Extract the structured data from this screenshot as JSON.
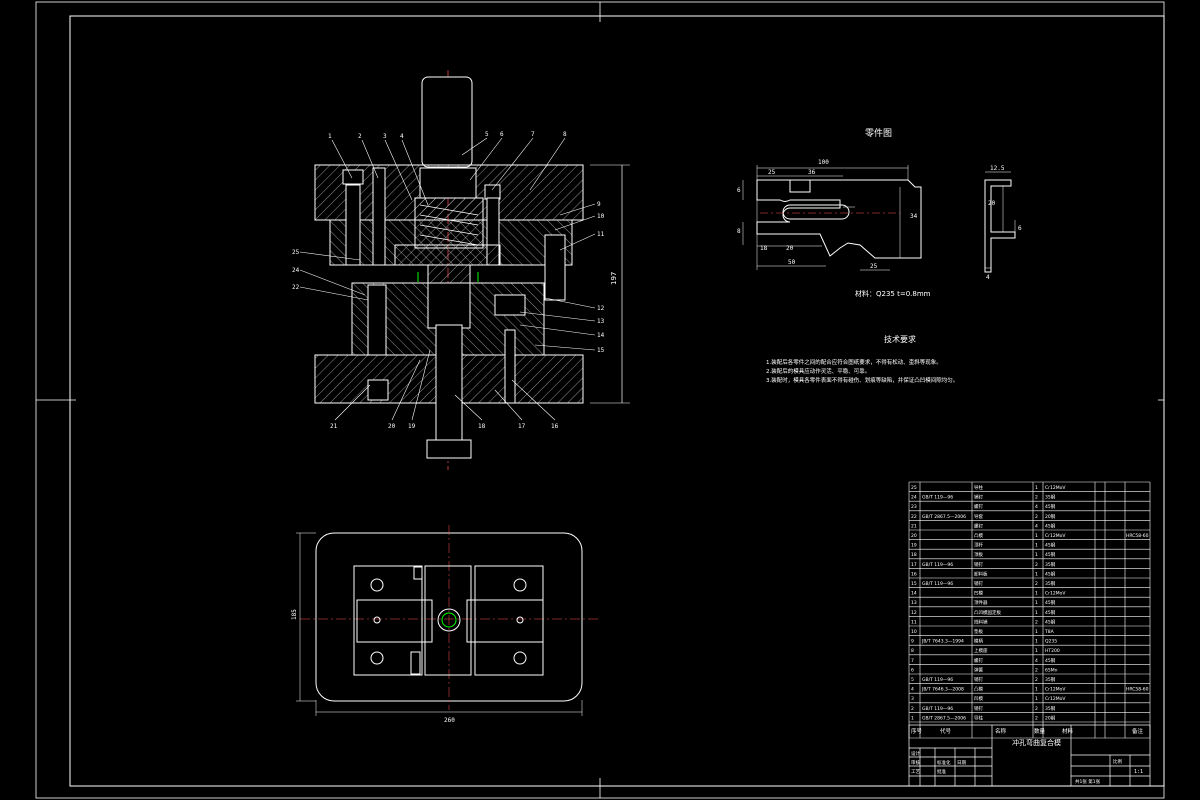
{
  "colors": {
    "background": "#000000",
    "line": "#ffffff",
    "green": "#00ff00",
    "red": "#ff3030",
    "cyan": "#00ffff"
  },
  "section_view": {
    "leader_numbers_top": [
      "1",
      "2",
      "3",
      "4",
      "5",
      "6",
      "7",
      "8"
    ],
    "leader_numbers_right": [
      "9",
      "10",
      "11",
      "12",
      "13",
      "14",
      "15"
    ],
    "leader_numbers_left": [
      "25",
      "24",
      "22"
    ],
    "leader_numbers_bottom": [
      "21",
      "20",
      "19",
      "18",
      "17",
      "16"
    ],
    "dim_height": "197"
  },
  "part_drawing": {
    "title": "零件图",
    "dim_total": "100",
    "dim_a": "25",
    "dim_b": "36",
    "dim_c": "34",
    "dim_d": "18",
    "dim_e": "20",
    "dim_f": "50",
    "dim_g": "25",
    "dim_h": "6",
    "dim_i": "8",
    "material_note": "材料：Q235  t=0.8mm"
  },
  "side_view": {
    "dim_top": "12.5",
    "dim_mid": "20",
    "dim_right": "6",
    "dim_bottom": "4"
  },
  "tech_requirements": {
    "title": "技术要求",
    "lines": [
      "1.装配后各零件之间的配合应符合图纸要求，不得有松动、歪斜等现象。",
      "2.装配后的模具应动作灵活、平稳、可靠。",
      "3.装配时，模具各零件表面不得有碰伤、划痕等缺陷，并保证凸凹模间隙均匀。"
    ]
  },
  "plan_view": {
    "dim_width": "260",
    "dim_height": "185"
  },
  "bom": {
    "rows": [
      [
        "25",
        "",
        "导柱",
        "1",
        "Cr12MoV",
        ""
      ],
      [
        "24",
        "GB/T 119—96",
        "销钉",
        "2",
        "35钢",
        ""
      ],
      [
        "23",
        "",
        "螺钉",
        "4",
        "45钢",
        ""
      ],
      [
        "22",
        "GB/T 2867.5—2006",
        "导套",
        "2",
        "20钢",
        ""
      ],
      [
        "21",
        "",
        "螺钉",
        "4",
        "45钢",
        ""
      ],
      [
        "20",
        "",
        "凸模",
        "1",
        "Cr12MoV",
        "HRC58-60"
      ],
      [
        "19",
        "",
        "顶杆",
        "1",
        "45钢",
        ""
      ],
      [
        "18",
        "",
        "顶板",
        "1",
        "45钢",
        ""
      ],
      [
        "17",
        "GB/T 119—96",
        "销钉",
        "2",
        "35钢",
        ""
      ],
      [
        "16",
        "",
        "卸料板",
        "1",
        "45钢",
        ""
      ],
      [
        "15",
        "GB/T 119—96",
        "销钉",
        "2",
        "35钢",
        ""
      ],
      [
        "14",
        "",
        "凹模",
        "1",
        "Cr12MoV",
        ""
      ],
      [
        "13",
        "",
        "顶件器",
        "1",
        "45钢",
        ""
      ],
      [
        "12",
        "",
        "凸凹模固定板",
        "1",
        "45钢",
        ""
      ],
      [
        "11",
        "",
        "挡料销",
        "2",
        "45钢",
        ""
      ],
      [
        "10",
        "",
        "垫板",
        "1",
        "T8A",
        ""
      ],
      [
        "9",
        "JB/T 7643.3—1994",
        "模柄",
        "1",
        "Q235",
        ""
      ],
      [
        "8",
        "",
        "上模座",
        "1",
        "HT200",
        ""
      ],
      [
        "7",
        "",
        "螺钉",
        "4",
        "45钢",
        ""
      ],
      [
        "6",
        "",
        "弹簧",
        "2",
        "65Mn",
        ""
      ],
      [
        "5",
        "GB/T 119—96",
        "销钉",
        "2",
        "35钢",
        ""
      ],
      [
        "4",
        "JB/T 7646.3—2008",
        "凸模",
        "1",
        "Cr12MoV",
        "HRC58-60"
      ],
      [
        "3",
        "",
        "凹模",
        "1",
        "Cr12MoV",
        ""
      ],
      [
        "2",
        "GB/T 119—96",
        "销钉",
        "2",
        "35钢",
        ""
      ],
      [
        "1",
        "GB/T 2867.5—2006",
        "导柱",
        "2",
        "20钢",
        ""
      ]
    ],
    "header": [
      "序号",
      "代号",
      "名称",
      "数量",
      "材料",
      "备注"
    ]
  },
  "title_block": {
    "drawing_name": "冲孔弯曲复合模",
    "labels": [
      "设计",
      "审核",
      "工艺",
      "标准化",
      "批准",
      "日期"
    ],
    "scale_label": "比例",
    "scale_value": "1:1",
    "sheet": "共1张 第1张"
  }
}
